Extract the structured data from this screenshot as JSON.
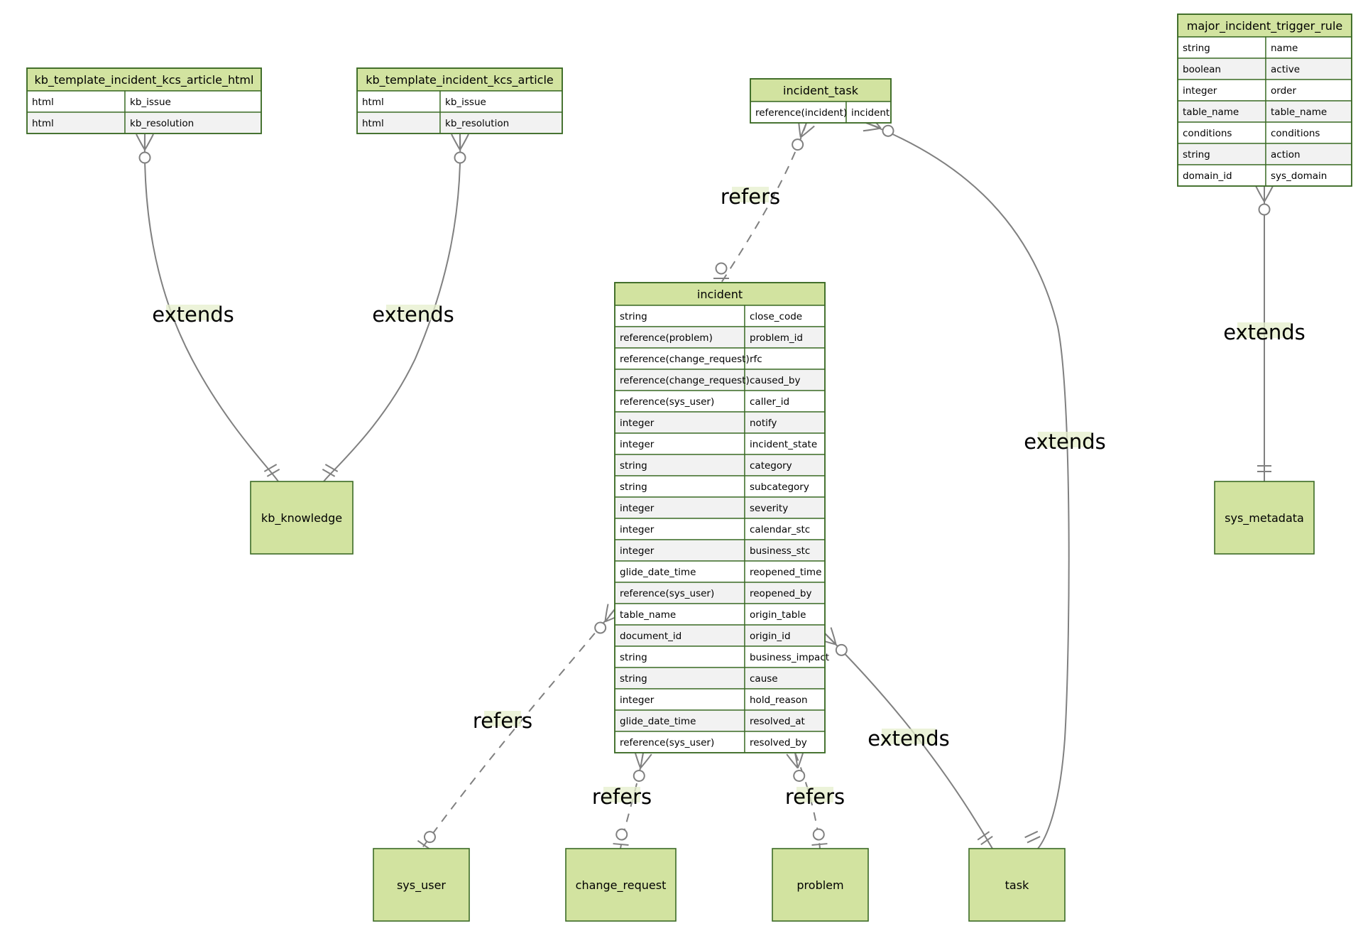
{
  "entities": {
    "kb_html": {
      "name": "kb_template_incident_kcs_article_html",
      "attributes": [
        {
          "type": "html",
          "name": "kb_issue"
        },
        {
          "type": "html",
          "name": "kb_resolution"
        }
      ]
    },
    "kb_article": {
      "name": "kb_template_incident_kcs_article",
      "attributes": [
        {
          "type": "html",
          "name": "kb_issue"
        },
        {
          "type": "html",
          "name": "kb_resolution"
        }
      ]
    },
    "incident_task": {
      "name": "incident_task",
      "attributes": [
        {
          "type": "reference(incident)",
          "name": "incident"
        }
      ]
    },
    "major_rule": {
      "name": "major_incident_trigger_rule",
      "attributes": [
        {
          "type": "string",
          "name": "name"
        },
        {
          "type": "boolean",
          "name": "active"
        },
        {
          "type": "integer",
          "name": "order"
        },
        {
          "type": "table_name",
          "name": "table_name"
        },
        {
          "type": "conditions",
          "name": "conditions"
        },
        {
          "type": "string",
          "name": "action"
        },
        {
          "type": "domain_id",
          "name": "sys_domain"
        }
      ]
    },
    "incident": {
      "name": "incident",
      "attributes": [
        {
          "type": "string",
          "name": "close_code"
        },
        {
          "type": "reference(problem)",
          "name": "problem_id"
        },
        {
          "type": "reference(change_request)",
          "name": "rfc"
        },
        {
          "type": "reference(change_request)",
          "name": "caused_by"
        },
        {
          "type": "reference(sys_user)",
          "name": "caller_id"
        },
        {
          "type": "integer",
          "name": "notify"
        },
        {
          "type": "integer",
          "name": "incident_state"
        },
        {
          "type": "string",
          "name": "category"
        },
        {
          "type": "string",
          "name": "subcategory"
        },
        {
          "type": "integer",
          "name": "severity"
        },
        {
          "type": "integer",
          "name": "calendar_stc"
        },
        {
          "type": "integer",
          "name": "business_stc"
        },
        {
          "type": "glide_date_time",
          "name": "reopened_time"
        },
        {
          "type": "reference(sys_user)",
          "name": "reopened_by"
        },
        {
          "type": "table_name",
          "name": "origin_table"
        },
        {
          "type": "document_id",
          "name": "origin_id"
        },
        {
          "type": "string",
          "name": "business_impact"
        },
        {
          "type": "string",
          "name": "cause"
        },
        {
          "type": "integer",
          "name": "hold_reason"
        },
        {
          "type": "glide_date_time",
          "name": "resolved_at"
        },
        {
          "type": "reference(sys_user)",
          "name": "resolved_by"
        }
      ]
    },
    "kb_knowledge": {
      "name": "kb_knowledge"
    },
    "sys_metadata": {
      "name": "sys_metadata"
    },
    "sys_user": {
      "name": "sys_user"
    },
    "change_request": {
      "name": "change_request"
    },
    "problem": {
      "name": "problem"
    },
    "task": {
      "name": "task"
    }
  },
  "relationships": [
    {
      "id": "r_kbhtml_kb",
      "from": "kb_html",
      "to": "kb_knowledge",
      "label": "extends",
      "style": "solid"
    },
    {
      "id": "r_kbart_kb",
      "from": "kb_article",
      "to": "kb_knowledge",
      "label": "extends",
      "style": "solid"
    },
    {
      "id": "r_itask_inc",
      "from": "incident_task",
      "to": "incident",
      "label": "refers",
      "style": "dashed"
    },
    {
      "id": "r_itask_task",
      "from": "incident_task",
      "to": "task",
      "label": "extends",
      "style": "solid"
    },
    {
      "id": "r_rule_meta",
      "from": "major_rule",
      "to": "sys_metadata",
      "label": "extends",
      "style": "solid"
    },
    {
      "id": "r_inc_user",
      "from": "incident",
      "to": "sys_user",
      "label": "refers",
      "style": "dashed"
    },
    {
      "id": "r_inc_cr",
      "from": "incident",
      "to": "change_request",
      "label": "refers",
      "style": "dashed"
    },
    {
      "id": "r_inc_prob",
      "from": "incident",
      "to": "problem",
      "label": "refers",
      "style": "dashed"
    },
    {
      "id": "r_inc_task",
      "from": "incident",
      "to": "task",
      "label": "extends",
      "style": "solid"
    }
  ]
}
